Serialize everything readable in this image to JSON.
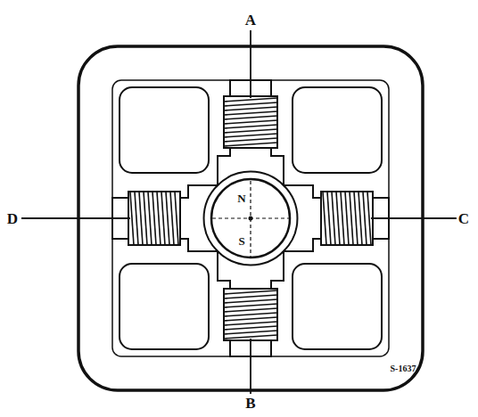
{
  "diagram": {
    "labels": [
      "A",
      "B",
      "C",
      "D",
      "N",
      "S",
      "S-1637"
    ]
  }
}
